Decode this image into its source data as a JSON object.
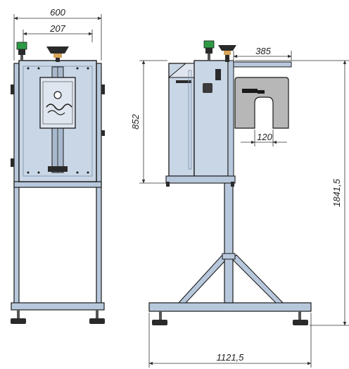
{
  "dimensions": {
    "overall_width": "600",
    "slot_width_front": "207",
    "arm_reach": "385",
    "body_height": "852",
    "notch_width": "120",
    "total_height": "1841,5",
    "base_length": "1121,5"
  },
  "colors": {
    "panel": "#c9d6e6",
    "frame": "#b8c8dc",
    "outline": "#1a1a1a",
    "dim_line": "#333333",
    "head_gray": "#b7b7b7",
    "green_button": "#2f9a46",
    "knob": "#2a2a2a",
    "handle": "#d8a45a"
  },
  "views": [
    "front-view",
    "side-view"
  ]
}
